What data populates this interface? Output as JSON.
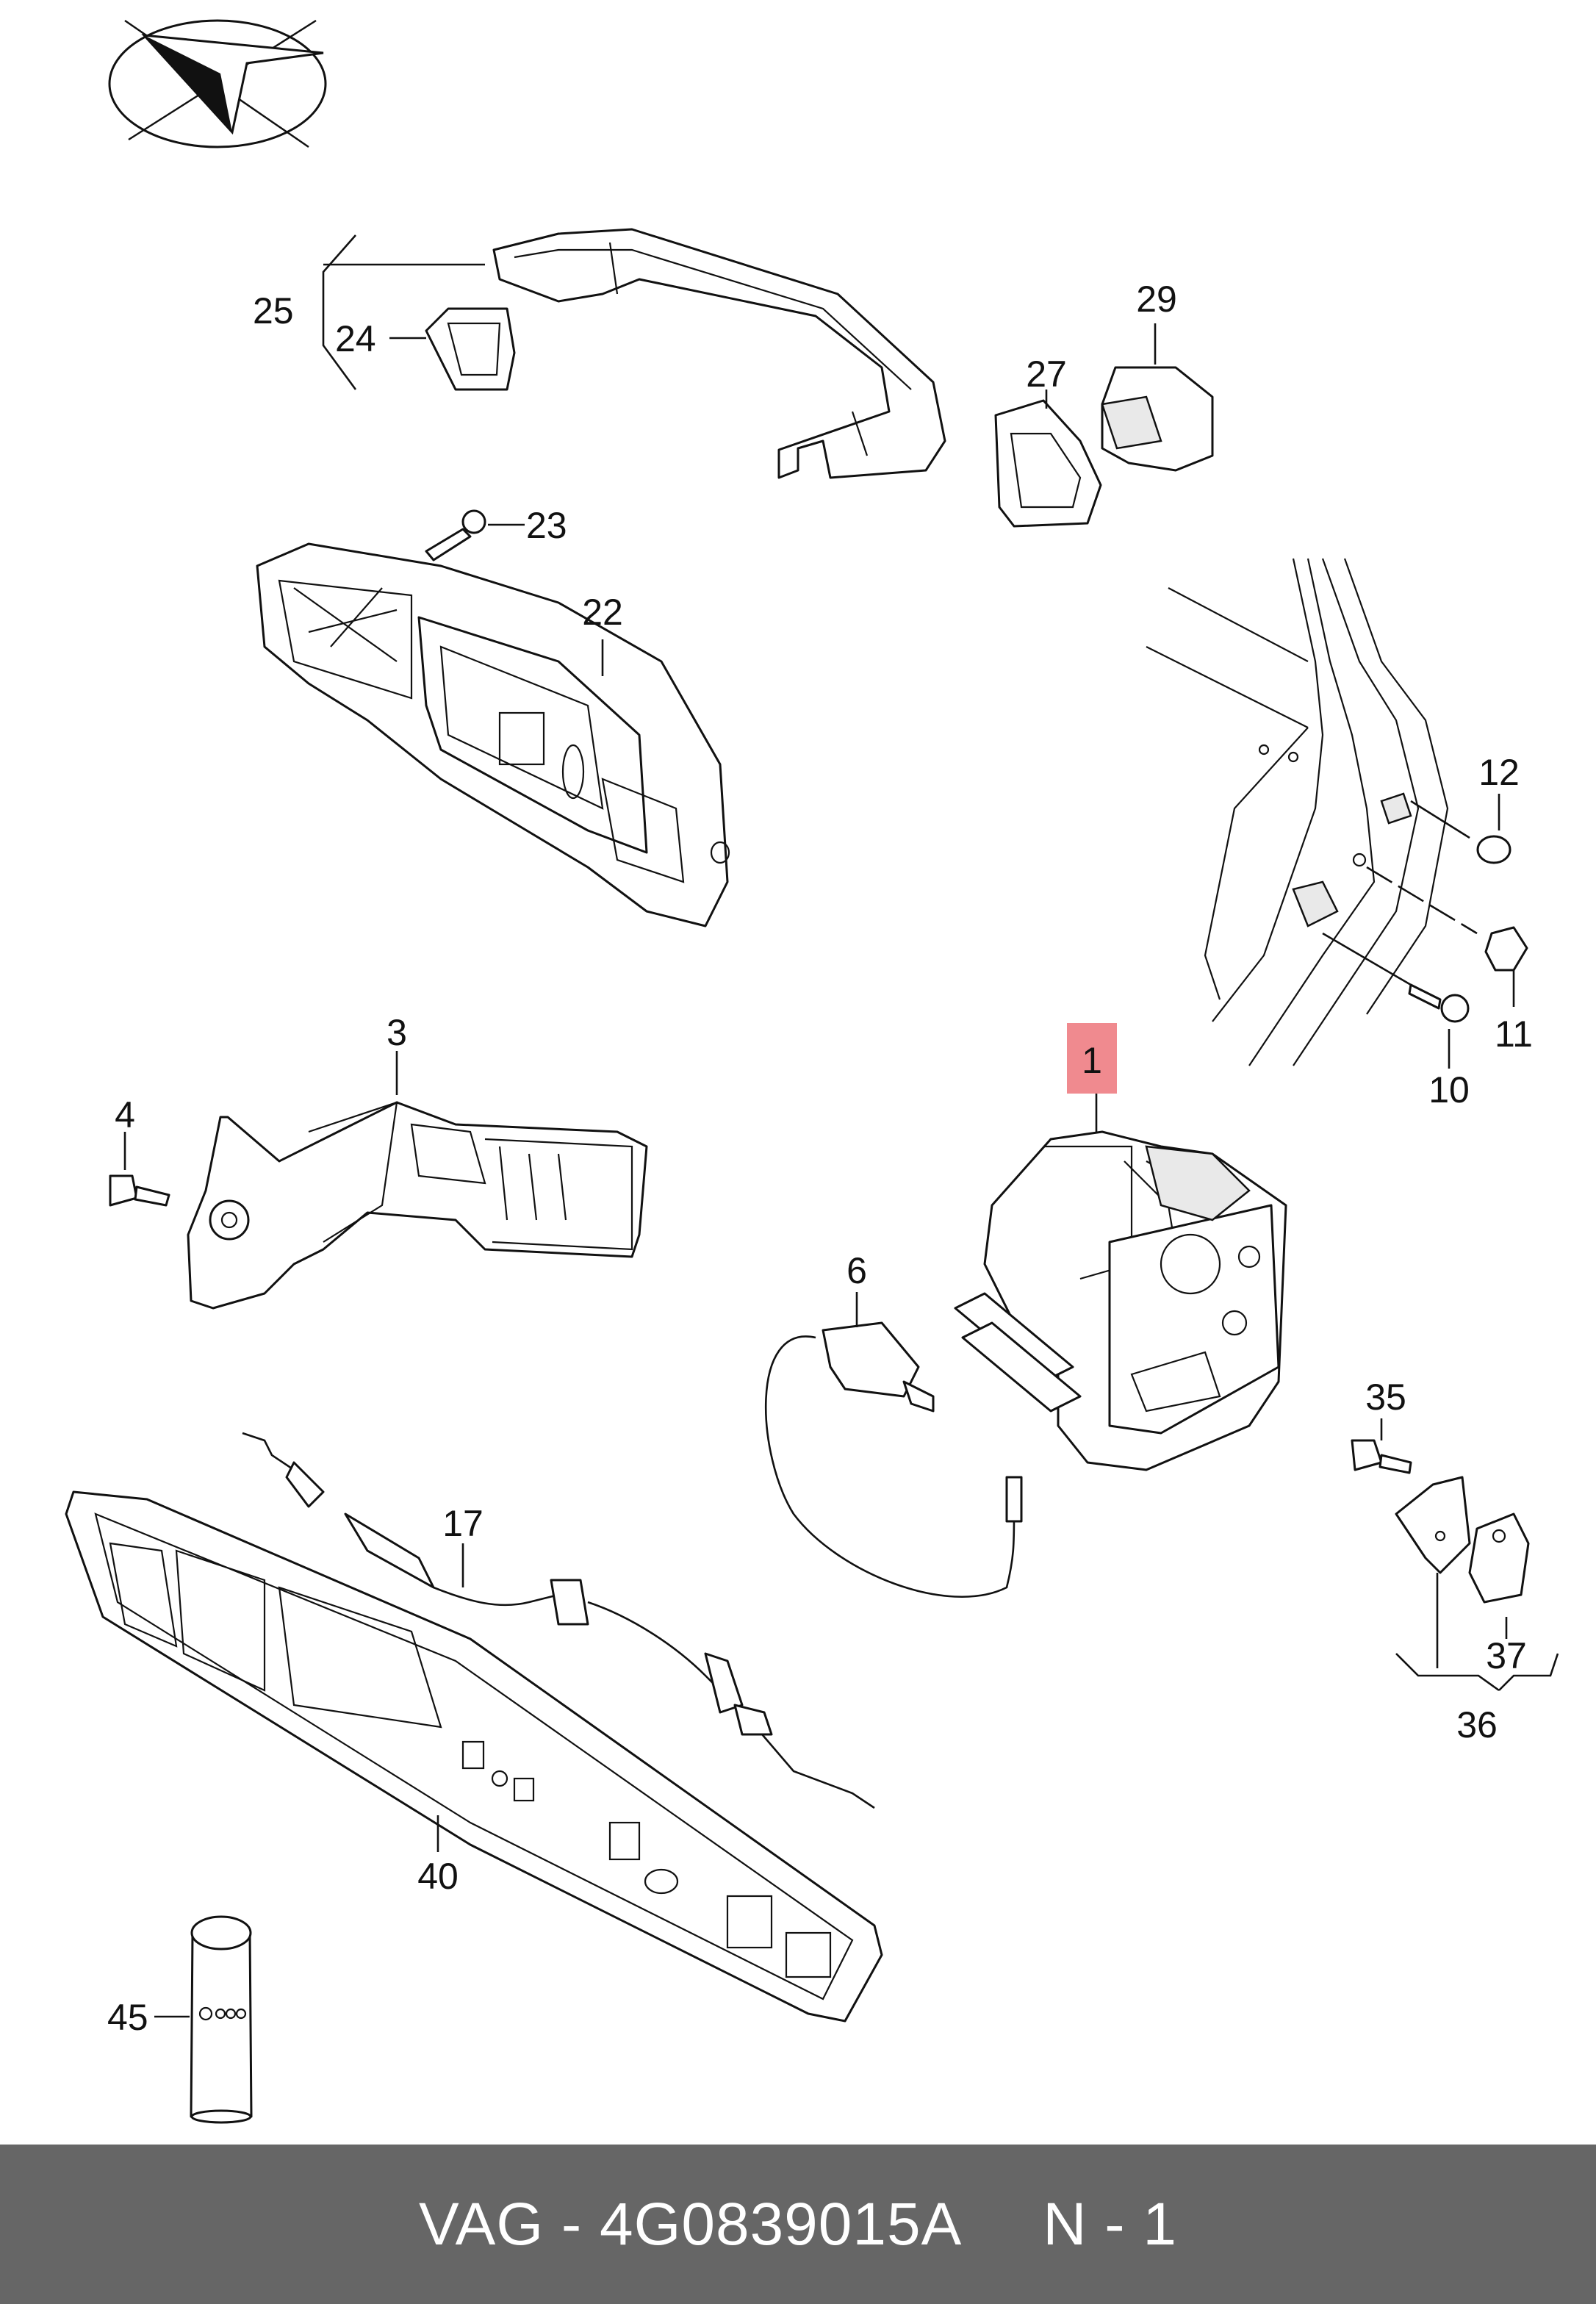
{
  "footer": {
    "part_number_text": "VAG - 4G0839015A",
    "page_text": "N - 1"
  },
  "callouts": {
    "c1": "1",
    "c3": "3",
    "c4": "4",
    "c6": "6",
    "c10": "10",
    "c11": "11",
    "c12": "12",
    "c17": "17",
    "c22": "22",
    "c23": "23",
    "c24": "24",
    "c25": "25",
    "c27": "27",
    "c29": "29",
    "c35": "35",
    "c36": "36",
    "c37": "37",
    "c40": "40",
    "c45": "45"
  },
  "colors": {
    "highlight": "#f08a8f",
    "footer_bg": "#666666",
    "footer_text": "#ffffff",
    "line": "#111111"
  },
  "icons": {
    "logo": "paper-plane-ellipse-logo"
  }
}
